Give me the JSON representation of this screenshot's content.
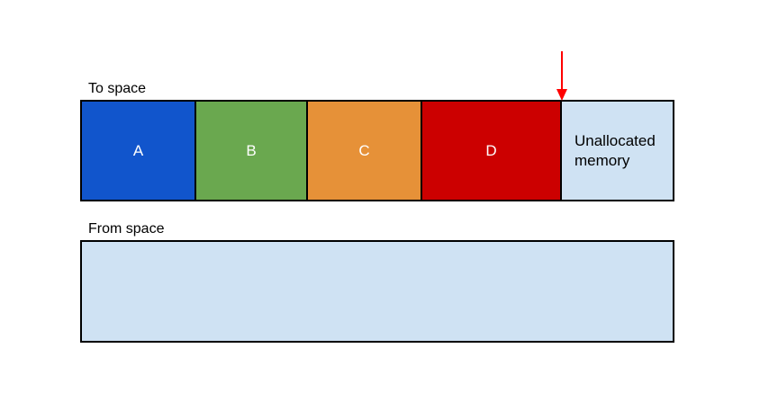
{
  "to_space": {
    "label": "To space",
    "blocks": [
      {
        "label": "A",
        "color": "#1155cc"
      },
      {
        "label": "B",
        "color": "#6aa84f"
      },
      {
        "label": "C",
        "color": "#e69138"
      },
      {
        "label": "D",
        "color": "#cc0000"
      }
    ],
    "unallocated": {
      "label": "Unallocated\nmemory",
      "color": "#cfe2f3"
    }
  },
  "from_space": {
    "label": "From space",
    "color": "#cfe2f3"
  },
  "pointer": {
    "icon": "down-arrow-icon",
    "color": "#ff0000"
  }
}
